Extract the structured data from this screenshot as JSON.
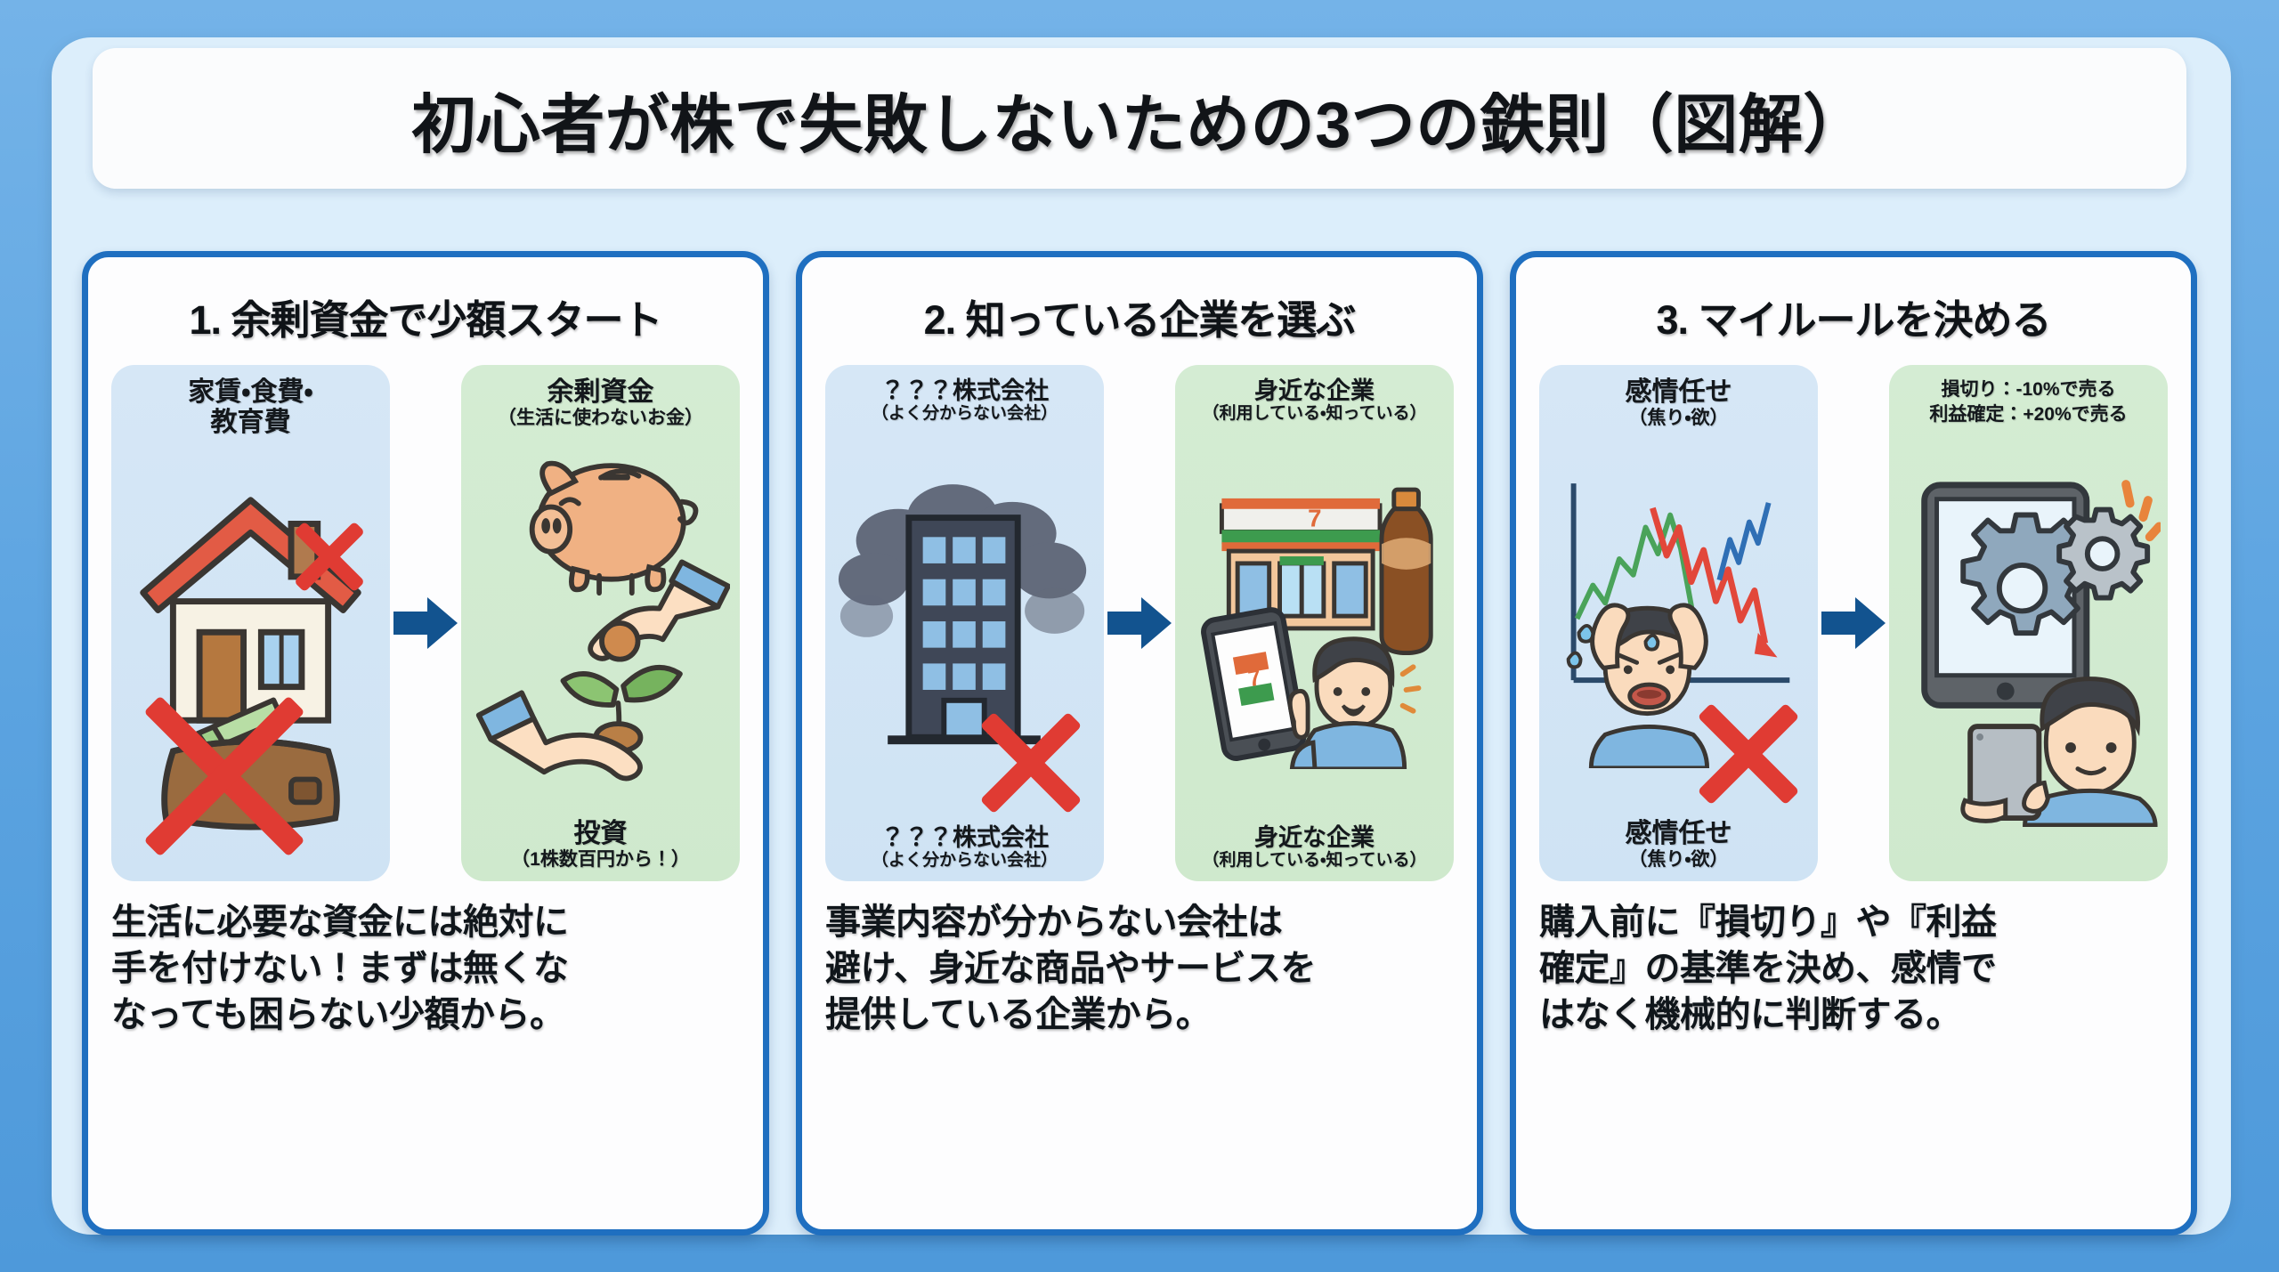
{
  "colors": {
    "outer_background": "#5ba3e0",
    "inner_panel": "#dceefb",
    "card_border": "#1f6fc0",
    "card_background": "#fdfdfe",
    "bad_panel": "#d4e6f5",
    "good_panel": "#d3ebd2",
    "arrow": "#12538f",
    "cross_red": "#e03b33",
    "text": "#10161b"
  },
  "header": {
    "title": "初心者が株で失敗しないための3つの鉄則（図解）"
  },
  "columns": [
    {
      "heading": "1. 余剰資金で少額スタート",
      "bad_panel": {
        "top_label_main": "家賃・食費・",
        "top_label_main2": "教育費",
        "bottom_label_main": "",
        "bottom_label_sub": "",
        "icons": [
          "house-icon",
          "wallet-icon",
          "red-cross-icon"
        ]
      },
      "arrow_icon": "right-arrow-icon",
      "good_panel": {
        "top_label_main": "余剰資金",
        "top_label_sub": "（生活に使わないお金）",
        "bottom_label_main": "投資",
        "bottom_label_sub": "（1株数百円から！）",
        "icons": [
          "piggy-bank-icon",
          "hand-coin-icon",
          "hand-sprout-icon"
        ]
      },
      "caption_lines": [
        "生活に必要な資金には絶対に",
        "手を付けない！まずは無くな",
        "なっても困らない少額から。"
      ]
    },
    {
      "heading": "2. 知っている企業を選ぶ",
      "bad_panel": {
        "top_label_main": "？？？株式会社",
        "top_label_sub": "（よく分からない会社）",
        "bottom_label_main": "？？？株式会社",
        "bottom_label_sub": "（よく分からない会社）",
        "icons": [
          "office-building-icon",
          "smoke-cloud-icon",
          "red-cross-icon"
        ]
      },
      "arrow_icon": "right-arrow-icon",
      "good_panel": {
        "top_label_main": "身近な企業",
        "top_label_sub": "（利用している・知っている）",
        "bottom_label_main": "身近な企業",
        "bottom_label_sub": "（利用している・知っている）",
        "icons": [
          "convenience-store-icon",
          "bottle-icon",
          "smartphone-icon",
          "person-pointing-icon"
        ]
      },
      "caption_lines": [
        "事業内容が分からない会社は",
        "避け、身近な商品やサービスを",
        "提供している企業から。"
      ]
    },
    {
      "heading": "3. マイルールを決める",
      "bad_panel": {
        "top_label_main": "感情任せ",
        "top_label_sub": "（焦り・欲）",
        "bottom_label_main": "感情任せ",
        "bottom_label_sub": "（焦り・欲）",
        "icons": [
          "stock-chart-icon",
          "stressed-person-icon",
          "red-cross-icon"
        ]
      },
      "arrow_icon": "right-arrow-icon",
      "good_panel": {
        "rule_line1": "損切り：-10%で売る",
        "rule_line2": "利益確定：+20%で売る",
        "icons": [
          "tablet-icon",
          "gear-icon",
          "small-gear-icon",
          "person-tablet-icon"
        ]
      },
      "caption_lines": [
        "購入前に『損切り』や『利益",
        "確定』の基準を決め、感情で",
        "はなく機械的に判断する。"
      ]
    }
  ]
}
